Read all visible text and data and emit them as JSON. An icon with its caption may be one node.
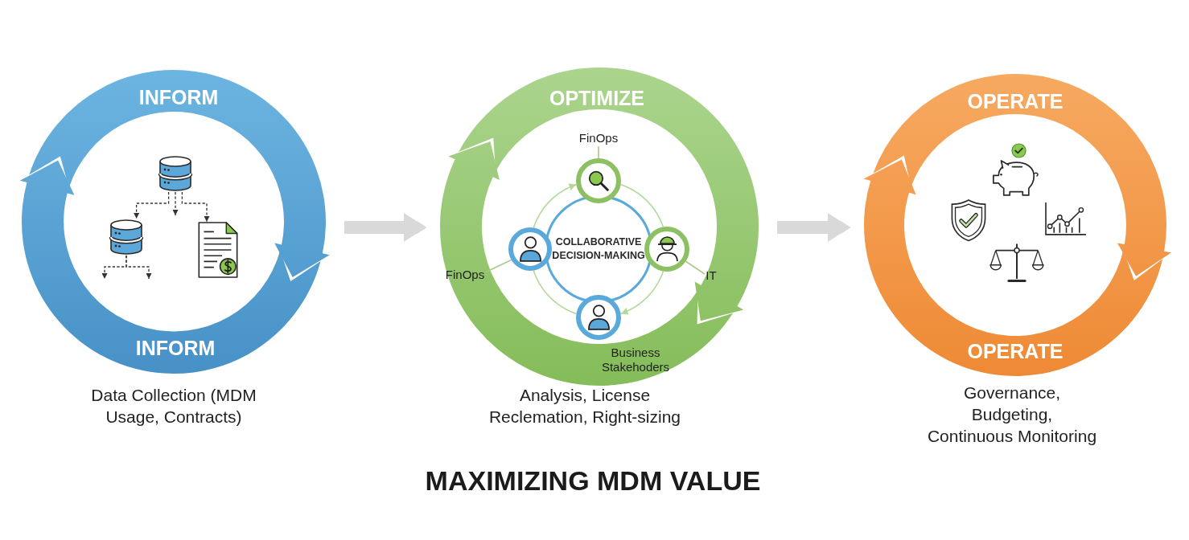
{
  "diagram": {
    "title": "MAXIMIZING MDM VALUE",
    "nodes": [
      {
        "text": [
          "INFORM",
          "INFORM"
        ],
        "beside": [
          "Data Collection (MDM Usage, Contracts)"
        ]
      },
      {
        "text": [],
        "shape": "cylinder",
        "in": 0
      },
      {
        "text": [],
        "shape": "cylinder",
        "in": 0
      },
      {
        "text": [],
        "shape": "document",
        "in": 0
      },
      {
        "text": [
          "OPTIMIZE"
        ],
        "beside": [
          "Analysis, License Reclemation, Right-sizing"
        ]
      },
      {
        "text": [
          "FinOps"
        ],
        "in": 4
      },
      {
        "text": [],
        "shape": "circle",
        "in": 4
      },
      {
        "text": [
          "COLLABORATIVE DECISION-MAKING"
        ],
        "in": 4
      },
      {
        "text": [],
        "shape": "circle",
        "in": 4
      },
      {
        "text": [
          "FinOps"
        ],
        "in": 4
      },
      {
        "text": [],
        "shape": "circle",
        "in": 4
      },
      {
        "text": [
          "IT"
        ],
        "in": 4
      },
      {
        "text": [],
        "shape": "circle",
        "in": 4,
        "beside": [
          "Business Stakehoders"
        ]
      },
      {
        "text": [
          "OPERATE",
          "OPERATE"
        ],
        "beside": [
          "Governance, Budgeting, Continuous Monitoring"
        ]
      }
    ],
    "edges": [
      {
        "from": 0,
        "to": 4,
        "arrow": "to",
        "style": "thick",
        "color": "#d9d9d9"
      },
      {
        "from": 4,
        "to": 13,
        "arrow": "to",
        "style": "thick",
        "color": "#d9d9d9"
      },
      {
        "from": 1,
        "to": 2,
        "arrow": "to",
        "style": "dashed"
      },
      {
        "from": 1,
        "to": null,
        "arrow": "to",
        "style": "dashed"
      },
      {
        "from": 1,
        "to": 3,
        "arrow": "to",
        "style": "dashed"
      },
      {
        "from": 2,
        "to": null,
        "arrow": "to",
        "style": "dashed"
      },
      {
        "from": 2,
        "to": null,
        "arrow": "to",
        "style": "dashed"
      },
      {
        "from": 5,
        "to": 6,
        "arrow": "none",
        "color": "#a9c98f"
      },
      {
        "from": 9,
        "to": 8,
        "arrow": "none",
        "color": "#a9c98f"
      },
      {
        "from": 11,
        "to": 10,
        "arrow": "none",
        "color": "#a9c98f"
      },
      {
        "from": 8,
        "to": 6,
        "arrow": "to",
        "color": "#b3d89a"
      },
      {
        "from": 6,
        "to": 10,
        "arrow": "none",
        "color": "#b3d89a"
      },
      {
        "from": 10,
        "to": 12,
        "arrow": "to",
        "color": "#b3d89a"
      },
      {
        "from": 12,
        "to": 8,
        "arrow": "none",
        "color": "#b3d89a"
      }
    ]
  }
}
